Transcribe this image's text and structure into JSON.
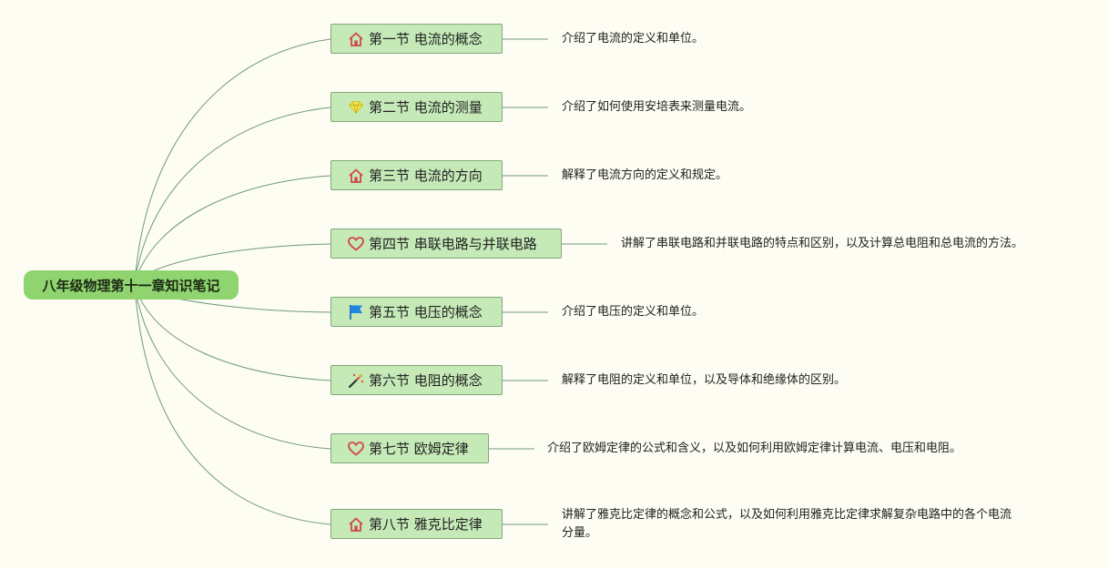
{
  "root": {
    "label": "八年级物理第十一章知识笔记"
  },
  "branches": [
    {
      "title": "第一节 电流的概念",
      "icon": "house-icon",
      "note": "介绍了电流的定义和单位。"
    },
    {
      "title": "第二节 电流的测量",
      "icon": "gem-icon",
      "note": "介绍了如何使用安培表来测量电流。"
    },
    {
      "title": "第三节 电流的方向",
      "icon": "house-icon",
      "note": "解释了电流方向的定义和规定。"
    },
    {
      "title": "第四节 串联电路与并联电路",
      "icon": "heart-icon",
      "note": "讲解了串联电路和并联电路的特点和区别，以及计算总电阻和总电流的方法。"
    },
    {
      "title": "第五节 电压的概念",
      "icon": "flag-icon",
      "note": "介绍了电压的定义和单位。"
    },
    {
      "title": "第六节 电阻的概念",
      "icon": "magic-wand-icon",
      "note": "解释了电阻的定义和单位，以及导体和绝缘体的区别。"
    },
    {
      "title": "第七节 欧姆定律",
      "icon": "heart-icon",
      "note": "介绍了欧姆定律的公式和含义，以及如何利用欧姆定律计算电流、电压和电阻。"
    },
    {
      "title": "第八节 雅克比定律",
      "icon": "house-icon",
      "note": "讲解了雅克比定律的概念和公式，以及如何利用雅克比定律求解复杂电路中的各个电流分量。"
    }
  ],
  "colors": {
    "background": "#fefdf3",
    "root_fill": "#8fd46f",
    "node_fill": "#c5eab8",
    "node_border": "#7fa77a",
    "connector": "#6f9a7a"
  }
}
